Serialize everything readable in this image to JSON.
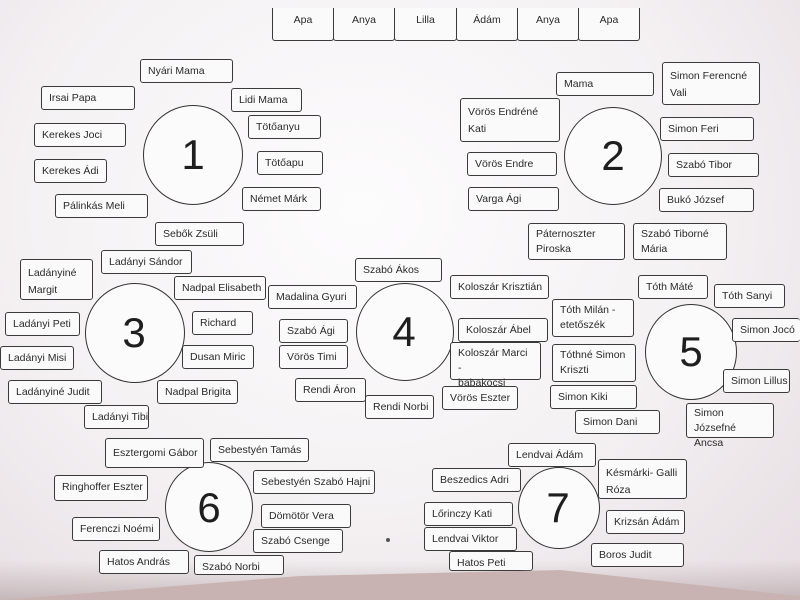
{
  "header": [
    "Apa",
    "Anya",
    "Lilla",
    "Ádám",
    "Anya",
    "Apa"
  ],
  "tables": [
    {
      "number": "1",
      "guests": [
        "Nyári Mama",
        "Irsai Papa",
        "Lidi Mama",
        "Kerekes Joci",
        "Tötőanyu",
        "Tötőapu",
        "Kerekes Ádi",
        "Német Márk",
        "Pálinkás Meli",
        "Sebők Zsüli"
      ]
    },
    {
      "number": "2",
      "guests": [
        "Mama",
        "Simon Ferencné\nVali",
        "Vörös Endréné\nKati",
        "Simon Feri",
        "Vörös Endre",
        "Szabó Tibor",
        "Varga Ági",
        "Bukó József",
        "Páternoszter\nPiroska",
        "Szabó Tiborné\nMária"
      ]
    },
    {
      "number": "3",
      "guests": [
        "Ladányi Sándor",
        "Ladányiné\nMargit",
        "Nadpal Elisabeth",
        "Ladányi Peti",
        "Richard",
        "Ladányi Misi",
        "Dusan Miric",
        "Ladányiné Judit",
        "Nadpal Brigita",
        "Ladányi Tibi"
      ]
    },
    {
      "number": "4",
      "guests": [
        "Szabó Ákos",
        "Madalina Gyuri",
        "Koloszár Krisztián",
        "Szabó Ági",
        "Koloszár Ábel",
        "Vörös Timi",
        "Koloszár Marci -\nbabakocsi",
        "Rendi Áron",
        "Rendi Norbi",
        "Vörös Eszter"
      ]
    },
    {
      "number": "5",
      "guests": [
        "Tóth Máté",
        "Tóth Sanyi",
        "Tóth Milán -\netetőszék",
        "Simon Jocó",
        "Tóthné Simon\nKriszti",
        "Simon Lillus",
        "Simon Kiki",
        "Simon Dani",
        "Simon Józsefné\nAncsa"
      ]
    },
    {
      "number": "6",
      "guests": [
        "Esztergomi Gábor",
        "Sebestyén Tamás",
        "Sebestyén Szabó Hajni",
        "Ringhoffer Eszter",
        "Dömötör Vera",
        "Ferenczi Noémi",
        "Szabó Csenge",
        "Hatos András",
        "Szabó Norbi"
      ]
    },
    {
      "number": "7",
      "guests": [
        "Lendvai Ádám",
        "Beszedics Adri",
        "Késmárki- Galli\nRóza",
        "Lőrinczy Kati",
        "Krizsán Ádám",
        "Lendvai Viktor",
        "Boros Judit",
        "Hatos Peti"
      ]
    }
  ]
}
